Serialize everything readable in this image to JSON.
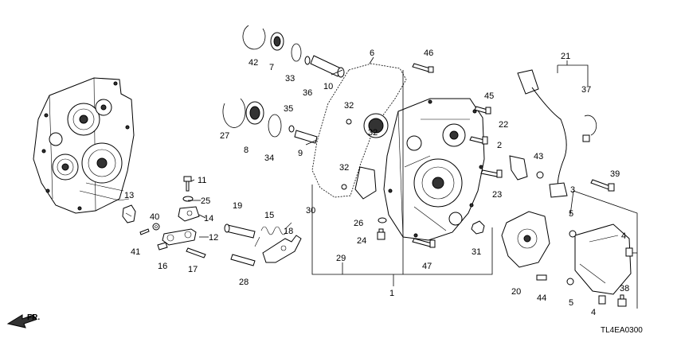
{
  "diagram": {
    "code": "TL4EA0300",
    "front_marker": "FR.",
    "callouts": [
      {
        "id": "c1",
        "text": "1"
      },
      {
        "id": "c2",
        "text": "2"
      },
      {
        "id": "c3",
        "text": "3"
      },
      {
        "id": "c4a",
        "text": "4"
      },
      {
        "id": "c4b",
        "text": "4"
      },
      {
        "id": "c5a",
        "text": "5"
      },
      {
        "id": "c5b",
        "text": "5"
      },
      {
        "id": "c6",
        "text": "6"
      },
      {
        "id": "c7",
        "text": "7"
      },
      {
        "id": "c8",
        "text": "8"
      },
      {
        "id": "c9",
        "text": "9"
      },
      {
        "id": "c10",
        "text": "10"
      },
      {
        "id": "c11",
        "text": "11"
      },
      {
        "id": "c12",
        "text": "12"
      },
      {
        "id": "c13",
        "text": "13"
      },
      {
        "id": "c14",
        "text": "14"
      },
      {
        "id": "c15",
        "text": "15"
      },
      {
        "id": "c16",
        "text": "16"
      },
      {
        "id": "c17",
        "text": "17"
      },
      {
        "id": "c18",
        "text": "18"
      },
      {
        "id": "c19",
        "text": "19"
      },
      {
        "id": "c20",
        "text": "20"
      },
      {
        "id": "c21",
        "text": "21"
      },
      {
        "id": "c22",
        "text": "22"
      },
      {
        "id": "c23",
        "text": "23"
      },
      {
        "id": "c24",
        "text": "24"
      },
      {
        "id": "c25",
        "text": "25"
      },
      {
        "id": "c26",
        "text": "26"
      },
      {
        "id": "c27",
        "text": "27"
      },
      {
        "id": "c28",
        "text": "28"
      },
      {
        "id": "c29",
        "text": "29"
      },
      {
        "id": "c30",
        "text": "30"
      },
      {
        "id": "c31",
        "text": "31"
      },
      {
        "id": "c32a",
        "text": "32"
      },
      {
        "id": "c32b",
        "text": "32"
      },
      {
        "id": "c32c",
        "text": "32"
      },
      {
        "id": "c33",
        "text": "33"
      },
      {
        "id": "c34",
        "text": "34"
      },
      {
        "id": "c35",
        "text": "35"
      },
      {
        "id": "c36",
        "text": "36"
      },
      {
        "id": "c37",
        "text": "37"
      },
      {
        "id": "c38",
        "text": "38"
      },
      {
        "id": "c39",
        "text": "39"
      },
      {
        "id": "c40",
        "text": "40"
      },
      {
        "id": "c41",
        "text": "41"
      },
      {
        "id": "c42",
        "text": "42"
      },
      {
        "id": "c43",
        "text": "43"
      },
      {
        "id": "c44",
        "text": "44"
      },
      {
        "id": "c45",
        "text": "45"
      },
      {
        "id": "c46",
        "text": "46"
      },
      {
        "id": "c47",
        "text": "47"
      }
    ]
  }
}
